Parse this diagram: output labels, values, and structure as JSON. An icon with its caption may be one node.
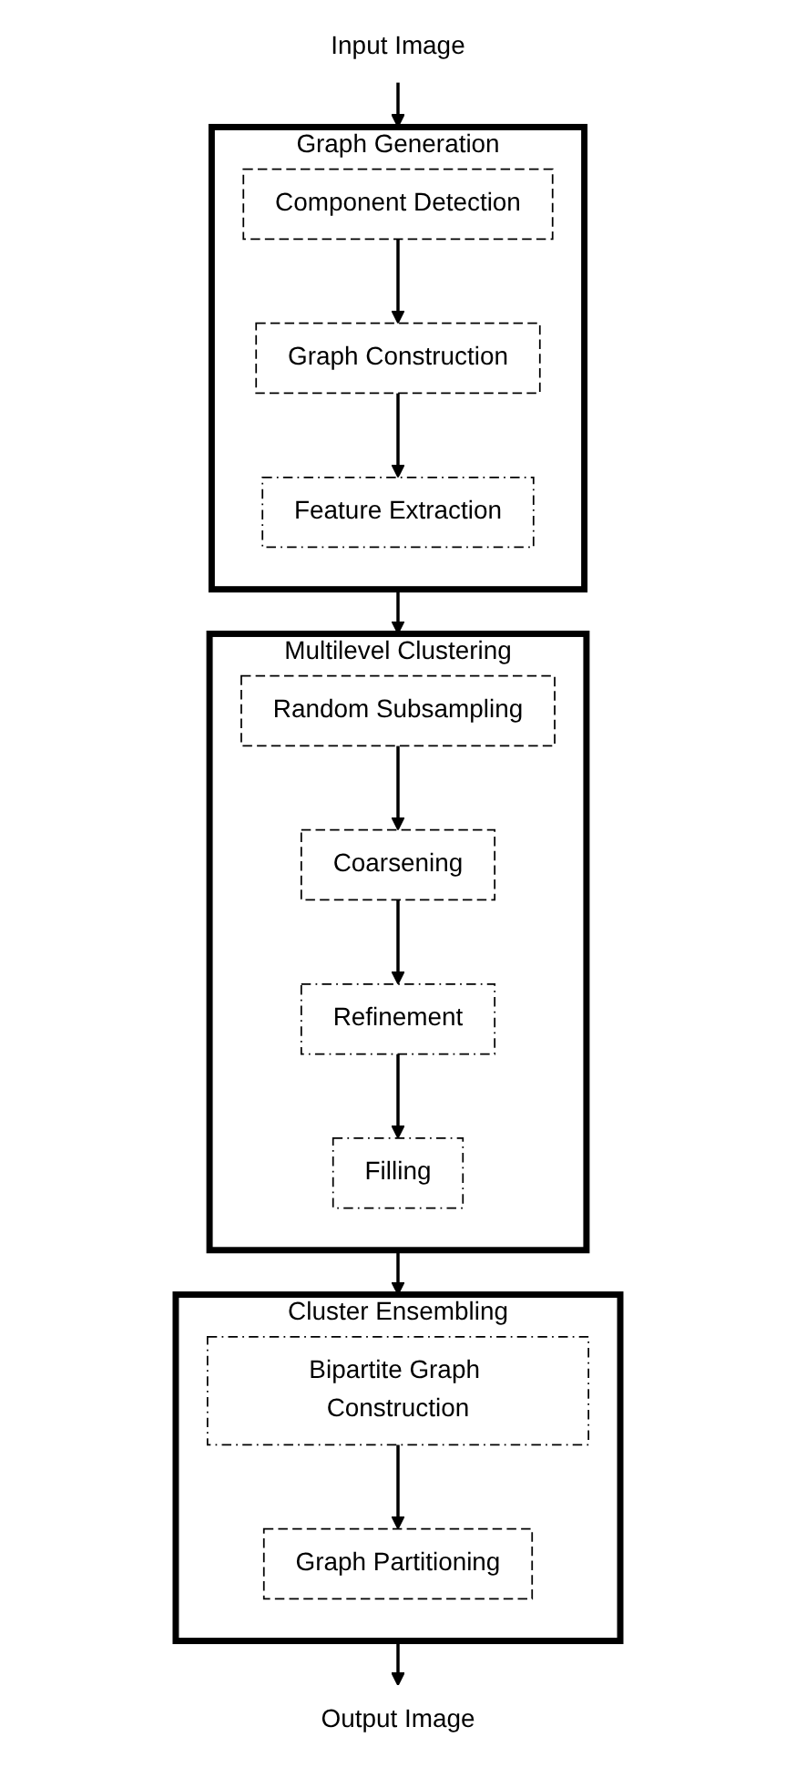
{
  "diagram": {
    "nodes": [
      {
        "text": [
          "Input Image"
        ]
      },
      {
        "text": [
          "Graph Generation"
        ]
      },
      {
        "text": [
          "Component Detection"
        ],
        "in": 1
      },
      {
        "text": [
          "Graph Construction"
        ],
        "in": 1
      },
      {
        "text": [
          "Feature Extraction"
        ],
        "in": 1
      },
      {
        "text": [
          "Multilevel Clustering"
        ]
      },
      {
        "text": [
          "Random Subsampling"
        ],
        "in": 5
      },
      {
        "text": [
          "Coarsening"
        ],
        "in": 5
      },
      {
        "text": [
          "Refinement"
        ],
        "in": 5
      },
      {
        "text": [
          "Filling"
        ],
        "in": 5
      },
      {
        "text": [
          "Cluster Ensembling"
        ]
      },
      {
        "text": [
          "Bipartite Graph Construction"
        ],
        "in": 10
      },
      {
        "text": [
          "Graph Partitioning"
        ],
        "in": 10
      },
      {
        "text": [
          "Output Image"
        ]
      }
    ],
    "edges": [
      {
        "from": 0,
        "to": 1,
        "arrow": "to"
      },
      {
        "from": 2,
        "to": 3,
        "arrow": "to"
      },
      {
        "from": 3,
        "to": 4,
        "arrow": "to"
      },
      {
        "from": 1,
        "to": 5,
        "arrow": "to"
      },
      {
        "from": 6,
        "to": 7,
        "arrow": "to"
      },
      {
        "from": 7,
        "to": 8,
        "arrow": "to"
      },
      {
        "from": 8,
        "to": 9,
        "arrow": "to"
      },
      {
        "from": 5,
        "to": 10,
        "arrow": "to"
      },
      {
        "from": 11,
        "to": 12,
        "arrow": "to"
      },
      {
        "from": 10,
        "to": 13,
        "arrow": "to"
      }
    ]
  }
}
